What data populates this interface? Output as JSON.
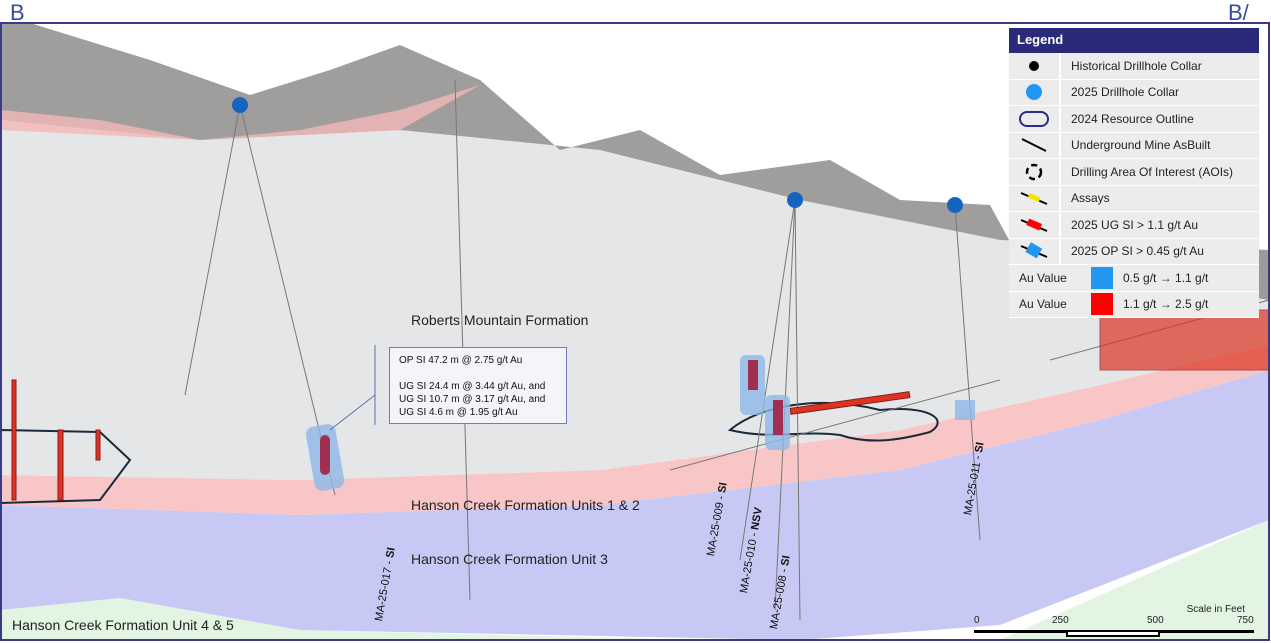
{
  "section": {
    "left_label": "B",
    "right_label": "B/"
  },
  "formations": [
    {
      "name": "Roberts Mountain Formation",
      "color": "#e4e6e8"
    },
    {
      "name": "Hanson Creek Formation Units 1 & 2",
      "color": "#f8c6c6"
    },
    {
      "name": "Hanson Creek Formation Unit 3",
      "color": "#c8c8f4"
    },
    {
      "name": "Hanson Creek Formation Unit 4 & 5",
      "color": "#e2f4e2"
    }
  ],
  "drillholes": [
    {
      "id": "MA-25-017",
      "result": "SI"
    },
    {
      "id": "MA-25-009",
      "result": "SI"
    },
    {
      "id": "MA-25-010",
      "result": "NSV"
    },
    {
      "id": "MA-25-008",
      "result": "SI"
    },
    {
      "id": "MA-25-011",
      "result": "SI"
    }
  ],
  "callout": {
    "lines": [
      "OP SI 47.2 m @ 2.75 g/t Au",
      "UG SI 24.4 m @ 3.44 g/t Au, and",
      "UG SI 10.7 m @ 3.17 g/t Au, and",
      "UG SI 4.6 m @ 1.95 g/t Au"
    ]
  },
  "legend": {
    "title": "Legend",
    "items": [
      {
        "icon": "black-dot-icon",
        "label": "Historical Drillhole Collar"
      },
      {
        "icon": "blue-dot-icon",
        "label": "2025 Drillhole Collar"
      },
      {
        "icon": "outline-icon",
        "label": "2024 Resource Outline"
      },
      {
        "icon": "line-icon",
        "label": "Underground Mine AsBuilt"
      },
      {
        "icon": "dashed-circle-icon",
        "label": "Drilling Area Of Interest (AOIs)"
      },
      {
        "icon": "yellow-assay-icon",
        "label": "Assays"
      },
      {
        "icon": "red-assay-icon",
        "label": "2025 UG SI > 1.1 g/t Au"
      },
      {
        "icon": "blue-assay-icon",
        "label": "2025 OP SI > 0.45 g/t Au"
      }
    ],
    "au": [
      {
        "label": "Au Value",
        "color": "#2196f3",
        "range": "0.5 g/t → 1.1 g/t"
      },
      {
        "label": "Au Value",
        "color": "#ff0000",
        "range": "1.1 g/t → 2.5 g/t"
      }
    ]
  },
  "scale": {
    "title": "Scale in Feet",
    "ticks": [
      "0",
      "250",
      "500",
      "750"
    ]
  }
}
